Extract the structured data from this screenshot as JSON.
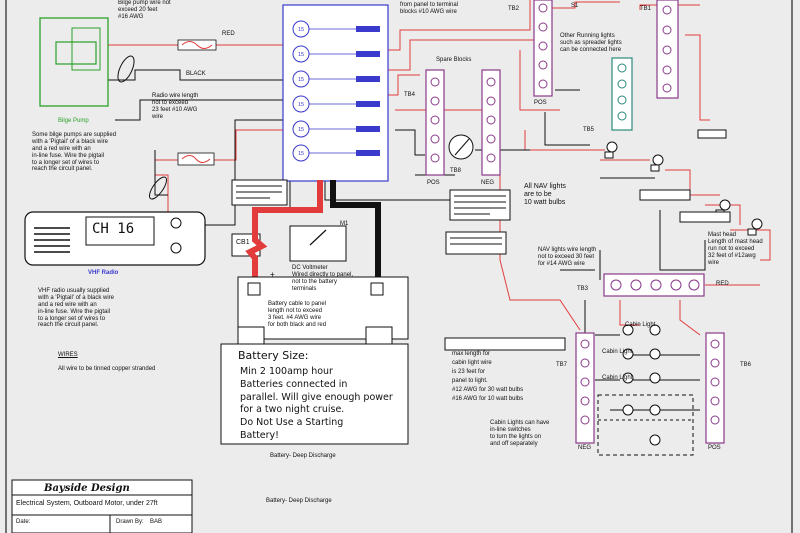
{
  "notes": {
    "bilge_top": [
      "Bilge pump wire not",
      "exceed 20 feet",
      "#16 AWG"
    ],
    "fuse1_red": "RED",
    "black": "BLACK",
    "radio_wire": [
      "Radio wire length",
      "not to exceed",
      "23 feet #10 AWG",
      "wire"
    ],
    "bilge_pump": "Bilge Pump",
    "bilge_pigtail": [
      "Some bilge pumps are supplied",
      "with a 'Pigtail' of a black wire",
      "and a red wire with an",
      "in-line fuse. Wire the pigtail",
      "to a longer set of wires to",
      "reach the circuit panel."
    ],
    "vhf_title": "VHF Radio",
    "vhf_text": [
      "VHF radio usually supplied",
      "with a 'Pigtail' of a black wire",
      "and a red wire with an",
      "in-line fuse. Wire the pigtail",
      "to a longer set of wires to",
      "reach the circuit panel."
    ],
    "wires": "WIRES",
    "wire_tinned": "All wire to be tinned copper stranded",
    "top_panel": [
      "from panel to terminal",
      "blocks #10 AWG wire"
    ],
    "spare_blocks": "Spare Blocks",
    "tb4": "TB4",
    "tb2": "TB2",
    "tb1": "TB1",
    "tb3": "TB3",
    "tb5": "TB5",
    "tb6": "TB6",
    "tb7": "TB7",
    "tb8": "TB8",
    "s1": "S1",
    "running_lights": [
      "Other Running lights",
      "such as spreader lights",
      "can be connected here"
    ],
    "pos": "POS",
    "neg": "NEG",
    "nav_lights": [
      "All NAV lights",
      "are to be",
      "10 watt bulbs"
    ],
    "nav_length": [
      "NAV lights wire length",
      "not to exceed 30 feet",
      "for #14 AWG wire"
    ],
    "masthead": [
      "Mast head",
      "Length of mast head",
      "run not to exceed",
      "32 feet of #12awg",
      "wire"
    ],
    "red": "RED",
    "cb1": "CB1",
    "m1": "M1",
    "voltmeter": [
      "DC Voltmeter",
      "Wired directly to panel,",
      "not to the battery",
      "terminals"
    ],
    "battery_cable": [
      "Battery cable to panel",
      "length not to exceed",
      "3 feet. #4 AWG wire",
      "for both black and red"
    ],
    "battery_title": "Battery Size:",
    "battery_lines": [
      "Min 2 100amp hour",
      "Batteries connected in",
      "parallel. Will give enough power",
      "for a two night cruise.",
      "Do Not Use a Starting",
      "Battery!"
    ],
    "battery_deep1": "Battery- Deep Discharge",
    "battery_deep2": "Battery- Deep Discharge",
    "cabin_lights": [
      "Cabin Light",
      "Cabin Light",
      "Cabin Light"
    ],
    "cabin_note": [
      "max length for",
      "cabin light wire",
      "is 23 feet for",
      "panel to light.",
      "#12 AWG for 30 watt bulbs",
      "#16 AWG for 10 watt bulbs"
    ],
    "cabin_switch": [
      "Cabin Lights can have",
      "in-line switches",
      "to turn the lights on",
      "and off separately"
    ],
    "vhf_display": "CH  16",
    "plus": "+",
    "minus": "-",
    "company": "Bayside Design",
    "title_line": "Electrical System, Outboard Motor, under 27ft",
    "date_label": "Date:",
    "drawn_label": "Drawn By:",
    "drawn_value": "BAB"
  },
  "colors": {
    "red_wire": "#e23b3b",
    "black_wire": "#111111",
    "panel_blue": "#3a3acc",
    "block_purple": "#8a3a8a",
    "block_teal": "#2a8a7a",
    "green": "#2aa12a"
  }
}
